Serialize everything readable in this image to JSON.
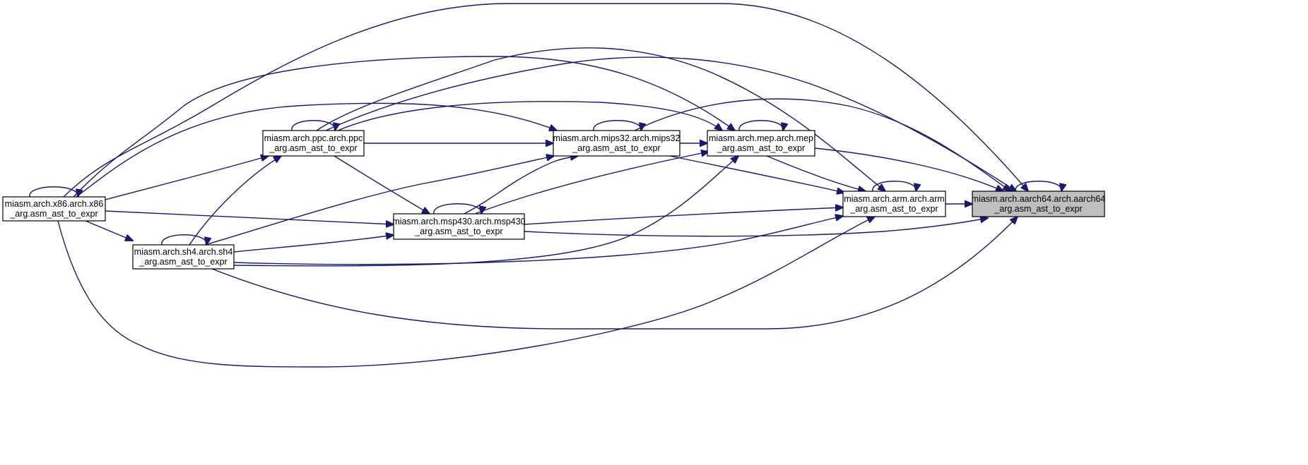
{
  "colors": {
    "edge": "#191970",
    "node_border": "#000000",
    "node_fill": "#ffffff",
    "focus_fill": "#bfbfbf"
  },
  "nodes": [
    {
      "id": "aarch64",
      "line1": "miasm.arch.aarch64.arch.aarch64",
      "line2": "_arg.asm_ast_to_expr",
      "focus": true
    },
    {
      "id": "arm",
      "line1": "miasm.arch.arm.arch.arm",
      "line2": "_arg.asm_ast_to_expr",
      "focus": false
    },
    {
      "id": "mep",
      "line1": "miasm.arch.mep.arch.mep",
      "line2": "_arg.asm_ast_to_expr",
      "focus": false
    },
    {
      "id": "mips32",
      "line1": "miasm.arch.mips32.arch.mips32",
      "line2": "_arg.asm_ast_to_expr",
      "focus": false
    },
    {
      "id": "ppc",
      "line1": "miasm.arch.ppc.arch.ppc",
      "line2": "_arg.asm_ast_to_expr",
      "focus": false
    },
    {
      "id": "msp430",
      "line1": "miasm.arch.msp430.arch.msp430",
      "line2": "_arg.asm_ast_to_expr",
      "focus": false
    },
    {
      "id": "x86",
      "line1": "miasm.arch.x86.arch.x86",
      "line2": "_arg.asm_ast_to_expr",
      "focus": false
    },
    {
      "id": "sh4",
      "line1": "miasm.arch.sh4.arch.sh4",
      "line2": "_arg.asm_ast_to_expr",
      "focus": false
    }
  ],
  "edges": [
    {
      "from": "aarch64",
      "to": "aarch64"
    },
    {
      "from": "arm",
      "to": "arm"
    },
    {
      "from": "mep",
      "to": "mep"
    },
    {
      "from": "mips32",
      "to": "mips32"
    },
    {
      "from": "ppc",
      "to": "ppc"
    },
    {
      "from": "msp430",
      "to": "msp430"
    },
    {
      "from": "x86",
      "to": "x86"
    },
    {
      "from": "sh4",
      "to": "sh4"
    },
    {
      "from": "arm",
      "to": "aarch64"
    },
    {
      "from": "mep",
      "to": "aarch64"
    },
    {
      "from": "mips32",
      "to": "aarch64"
    },
    {
      "from": "ppc",
      "to": "aarch64"
    },
    {
      "from": "msp430",
      "to": "aarch64"
    },
    {
      "from": "x86",
      "to": "aarch64"
    },
    {
      "from": "sh4",
      "to": "aarch64"
    },
    {
      "from": "mep",
      "to": "arm"
    },
    {
      "from": "mips32",
      "to": "arm"
    },
    {
      "from": "msp430",
      "to": "arm"
    },
    {
      "from": "sh4",
      "to": "arm"
    },
    {
      "from": "x86",
      "to": "arm"
    },
    {
      "from": "ppc",
      "to": "arm"
    },
    {
      "from": "mips32",
      "to": "mep"
    },
    {
      "from": "msp430",
      "to": "mep"
    },
    {
      "from": "sh4",
      "to": "mep"
    },
    {
      "from": "x86",
      "to": "mep"
    },
    {
      "from": "ppc",
      "to": "mep"
    },
    {
      "from": "ppc",
      "to": "mips32"
    },
    {
      "from": "msp430",
      "to": "mips32"
    },
    {
      "from": "sh4",
      "to": "mips32"
    },
    {
      "from": "x86",
      "to": "mips32"
    },
    {
      "from": "x86",
      "to": "ppc"
    },
    {
      "from": "sh4",
      "to": "ppc"
    },
    {
      "from": "ppc",
      "to": "msp430"
    },
    {
      "from": "x86",
      "to": "msp430"
    },
    {
      "from": "sh4",
      "to": "msp430"
    },
    {
      "from": "x86",
      "to": "sh4"
    }
  ]
}
